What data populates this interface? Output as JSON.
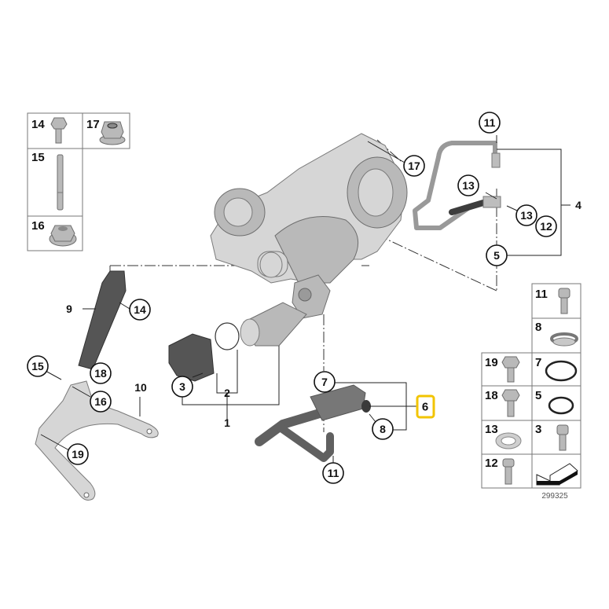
{
  "diagram": {
    "type": "exploded-parts-diagram",
    "subject": "turbocharger assembly",
    "reference_number": "299325",
    "highlighted_part": "6",
    "highlight_color": "#f2c400",
    "callouts": [
      {
        "id": "c17-top",
        "label": "17"
      },
      {
        "id": "c11-top",
        "label": "11"
      },
      {
        "id": "c13-a",
        "label": "13"
      },
      {
        "id": "c13-b",
        "label": "13"
      },
      {
        "id": "c12",
        "label": "12"
      },
      {
        "id": "c5",
        "label": "5"
      },
      {
        "id": "c4",
        "label": "4"
      },
      {
        "id": "c14",
        "label": "14"
      },
      {
        "id": "c9",
        "label": "9"
      },
      {
        "id": "c15",
        "label": "15"
      },
      {
        "id": "c18",
        "label": "18"
      },
      {
        "id": "c16",
        "label": "16"
      },
      {
        "id": "c10",
        "label": "10"
      },
      {
        "id": "c19",
        "label": "19"
      },
      {
        "id": "c3",
        "label": "3"
      },
      {
        "id": "c2",
        "label": "2"
      },
      {
        "id": "c1",
        "label": "1"
      },
      {
        "id": "c7",
        "label": "7"
      },
      {
        "id": "c6",
        "label": "6"
      },
      {
        "id": "c8",
        "label": "8"
      },
      {
        "id": "c11-bottom",
        "label": "11"
      }
    ],
    "left_parts_grid": [
      {
        "label": "14",
        "part": "flange bolt"
      },
      {
        "label": "17",
        "part": "flange nut"
      },
      {
        "label": "15",
        "part": "stud"
      },
      {
        "label": "16",
        "part": "hex flange nut"
      }
    ],
    "right_parts_grid": [
      {
        "label": "11",
        "part": "banjo bolt"
      },
      {
        "label": "8",
        "part": "hose clamp"
      },
      {
        "label": "19",
        "part": "hex bolt"
      },
      {
        "label": "7",
        "part": "o-ring"
      },
      {
        "label": "18",
        "part": "hex bolt"
      },
      {
        "label": "5",
        "part": "o-ring"
      },
      {
        "label": "13",
        "part": "sealing washer"
      },
      {
        "label": "3",
        "part": "socket head screw"
      },
      {
        "label": "12",
        "part": "banjo bolt"
      },
      {
        "label": "",
        "part": "direction arrow"
      }
    ]
  }
}
